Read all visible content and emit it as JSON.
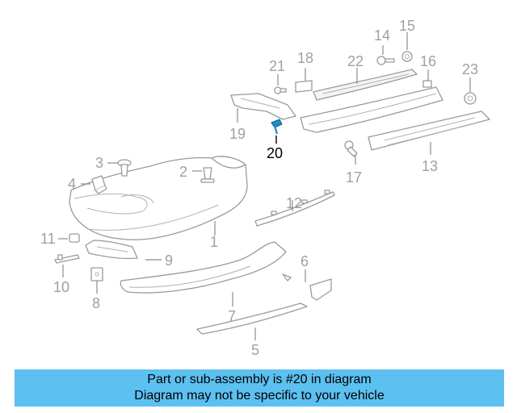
{
  "diagram": {
    "callouts": [
      "1",
      "2",
      "3",
      "4",
      "5",
      "6",
      "7",
      "8",
      "9",
      "10",
      "11",
      "12",
      "13",
      "14",
      "15",
      "16",
      "17",
      "18",
      "19",
      "20",
      "21",
      "22",
      "23"
    ],
    "highlighted_callout": "20",
    "highlight_color": "#1e90c8"
  },
  "banner": {
    "line1": "Part or sub-assembly is #20 in diagram",
    "line2": "Diagram may not be specific to your vehicle",
    "background": "#5cc0f0"
  }
}
